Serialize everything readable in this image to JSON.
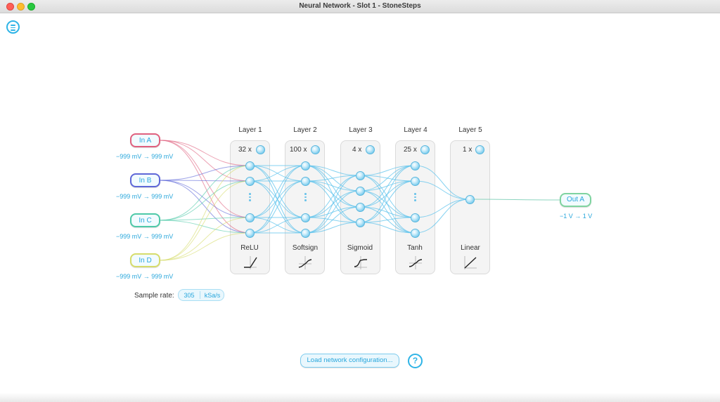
{
  "window": {
    "title": "Neural Network - Slot 1 - StoneSteps"
  },
  "toolbar": {
    "menu_icon": "hamburger-menu-icon"
  },
  "inputs": [
    {
      "label": "In A",
      "range": "−999 mV → 999 mV",
      "color": "#e0607e"
    },
    {
      "label": "In B",
      "range": "−999 mV → 999 mV",
      "color": "#5e67d8"
    },
    {
      "label": "In C",
      "range": "−999 mV → 999 mV",
      "color": "#4ec9a8"
    },
    {
      "label": "In D",
      "range": "−999 mV → 999 mV",
      "color": "#d6dc6a"
    }
  ],
  "layers": [
    {
      "title": "Layer 1",
      "count": "32 x",
      "activation": "ReLU"
    },
    {
      "title": "Layer 2",
      "count": "100 x",
      "activation": "Softsign"
    },
    {
      "title": "Layer 3",
      "count": "4 x",
      "activation": "Sigmoid"
    },
    {
      "title": "Layer 4",
      "count": "25 x",
      "activation": "Tanh"
    },
    {
      "title": "Layer 5",
      "count": "1 x",
      "activation": "Linear"
    }
  ],
  "output": {
    "label": "Out A",
    "range": "−1 V → 1 V"
  },
  "sample_rate": {
    "label": "Sample rate:",
    "value": "305",
    "unit": "kSa/s"
  },
  "load_button": "Load network configuration...",
  "help_button": "?",
  "colors": {
    "accent": "#2fb4e6",
    "wire": "#5ec3ec"
  }
}
